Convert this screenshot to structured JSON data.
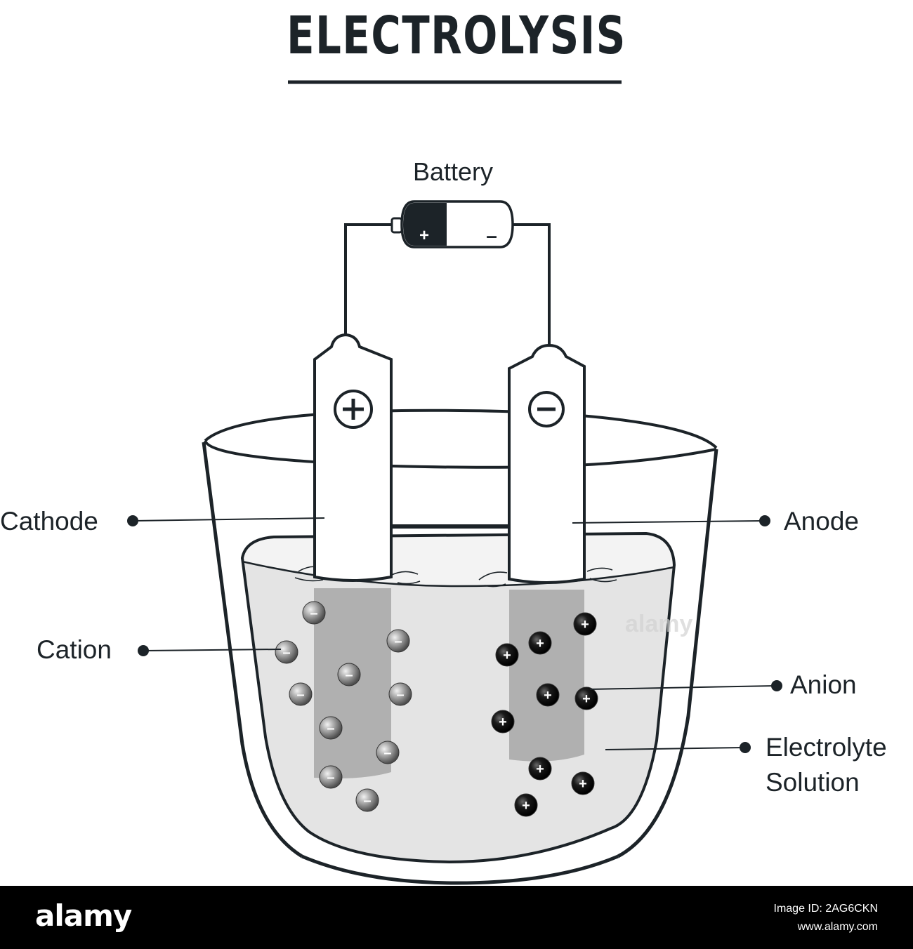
{
  "title": "ELECTROLYSIS",
  "labels": {
    "battery": "Battery",
    "battery_positive": "+",
    "battery_negative": "–",
    "electrode_positive_symbol": "+",
    "electrode_negative_symbol": "–",
    "cathode": "Cathode",
    "anode": "Anode",
    "cation": "Cation",
    "anion": "Anion",
    "electrolyte_line1": "Electrolyte",
    "electrolyte_line2": "Solution"
  },
  "particles": {
    "left_symbol": "–",
    "right_symbol": "+"
  },
  "watermark": "alamy",
  "footer": {
    "logo": "alamy",
    "image_id": "Image ID: 2AG6CKN",
    "site": "www.alamy.com"
  },
  "colors": {
    "ink": "#1c2328",
    "solution": "#e4e4e4",
    "electrode_zone": "#b0b0b0",
    "cation_particle": "#8a8a8a",
    "anion_particle": "#111111"
  }
}
